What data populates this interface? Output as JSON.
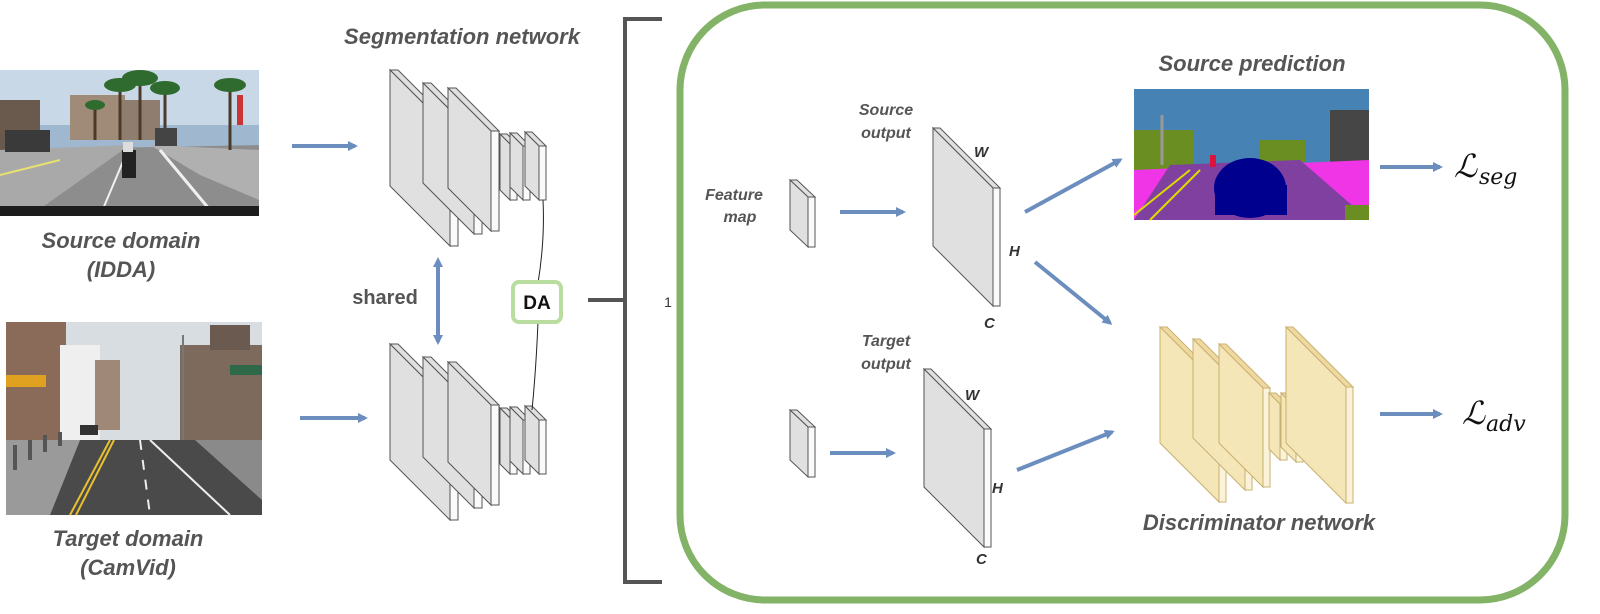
{
  "labels": {
    "segmentation_network": "Segmentation network",
    "source_domain": "Source domain",
    "source_domain_name": "(IDDA)",
    "target_domain": "Target domain",
    "target_domain_name": "(CamVid)",
    "shared": "shared",
    "da": "DA",
    "bracket_index": "1",
    "feature_map_line1": "Feature",
    "feature_map_line2": "map",
    "source_output_line1": "Source",
    "source_output_line2": "output",
    "target_output_line1": "Target",
    "target_output_line2": "output",
    "source_prediction": "Source prediction",
    "discriminator_network": "Discriminator network",
    "dim_w": "W",
    "dim_h": "H",
    "dim_c": "C"
  },
  "losses": {
    "seg_symbol": "ℒ",
    "seg_subscript": "seg",
    "adv_symbol": "ℒ",
    "adv_subscript": "adv"
  },
  "colors": {
    "arrow": "#6c8ebf",
    "panel_border": "#82b366",
    "da_border": "#b9dc9f",
    "layer_face": "#e0e0e0",
    "discriminator_face": "#f5e6b8",
    "label_text": "#555555"
  }
}
